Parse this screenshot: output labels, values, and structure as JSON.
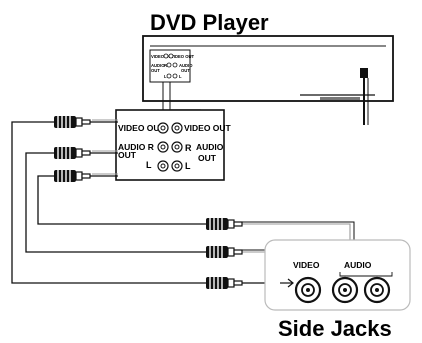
{
  "labels": {
    "dvd_player": "DVD Player",
    "side_jacks": "Side Jacks"
  },
  "dvd_face": {
    "video_out_left": "VIDEO OUT",
    "video_out_right": "VIDEO OUT",
    "audio": "AUDIO",
    "r": "R",
    "out": "OUT",
    "l": "L",
    "audio_right": "AUDIO",
    "out_right": "OUT"
  },
  "jack_panel": {
    "video_out_left": "VIDEO OUT",
    "video_out_right": "VIDEO OUT",
    "audio_r": "AUDIO R",
    "out": "OUT",
    "r": "R",
    "audio": "AUDIO",
    "out_right": "OUT",
    "l_left": "L",
    "l_right": "L"
  },
  "side_panel": {
    "video": "VIDEO",
    "audio": "AUDIO"
  },
  "icons": [
    "rca-plug-icon",
    "rca-jack-icon"
  ],
  "colors": {
    "line": "#000000",
    "gray": "#9a9a9a",
    "background": "#ffffff"
  }
}
